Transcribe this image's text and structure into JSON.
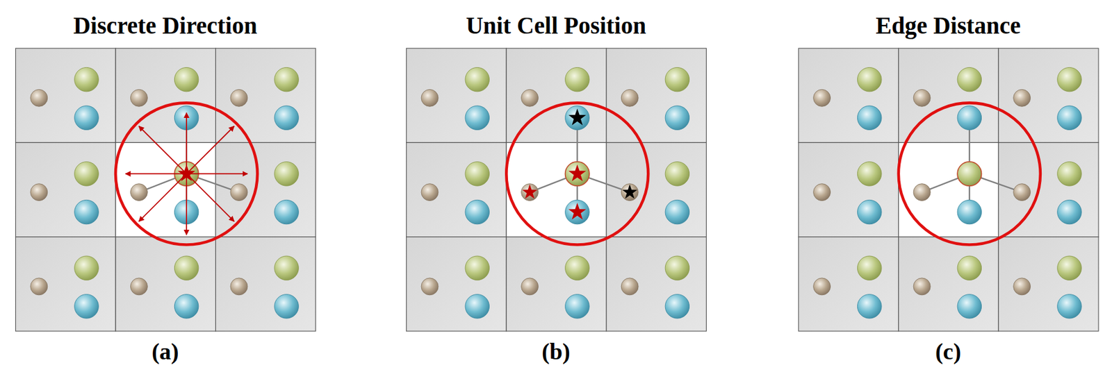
{
  "diagram": {
    "labels": [
      "Discrete Direction",
      "(a)",
      "Unit Cell Position",
      "(b)",
      "Edge Distance",
      "(c)"
    ]
  }
}
